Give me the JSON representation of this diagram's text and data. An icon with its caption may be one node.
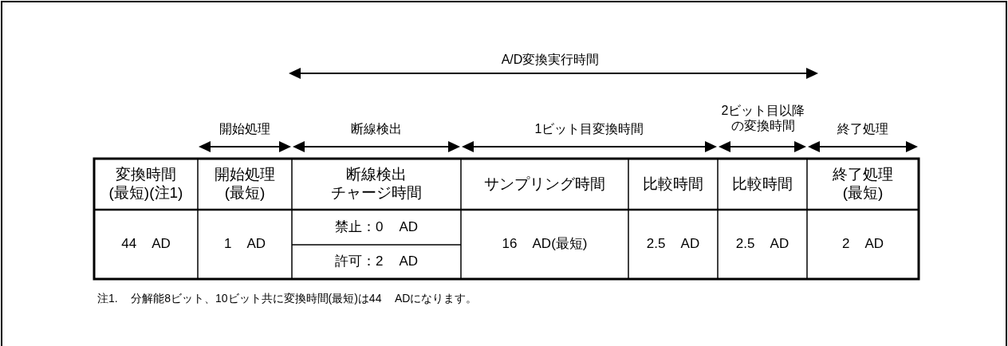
{
  "diagram": {
    "labels": [
      "A/D変換実行時間",
      "開始処理",
      "断線検出",
      "1ビット目変換時間",
      "2ビット目以降の変換時間",
      "終了処理",
      "変換時間(最短)(注1)",
      "開始処理(最短)",
      "断線検出チャージ時間",
      "サンプリング時間",
      "比較時間",
      "比較時間",
      "終了処理(最短)",
      "44 AD",
      "1 AD",
      "禁止：0 AD",
      "16 AD(最短)",
      "2.5 AD",
      "2.5 AD",
      "2 AD",
      "許可：2 AD",
      "注1. 分解能8ビット、10ビット共に変換時間(最短)は44 ADになります。"
    ]
  }
}
